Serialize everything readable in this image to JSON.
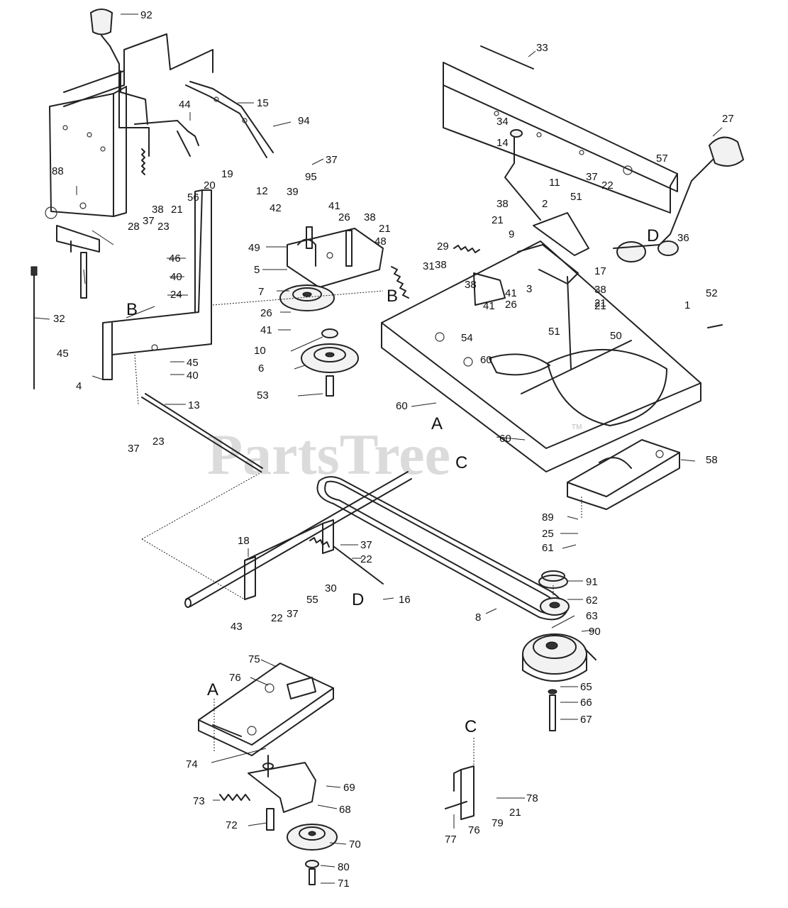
{
  "watermark": {
    "text": "PartsTree",
    "trademark": "TM"
  },
  "reference_letters": [
    "B",
    "B",
    "D",
    "A",
    "C",
    "D",
    "A",
    "C"
  ],
  "callouts": [
    "92",
    "33",
    "27",
    "15",
    "44",
    "94",
    "37",
    "34",
    "14",
    "57",
    "88",
    "12",
    "39",
    "95",
    "19",
    "20",
    "56",
    "21",
    "38",
    "42",
    "28",
    "37",
    "23",
    "11",
    "37",
    "22",
    "2",
    "51",
    "38",
    "21",
    "36",
    "9",
    "17",
    "38",
    "21",
    "26",
    "21",
    "48",
    "41",
    "38",
    "49",
    "5",
    "29",
    "38",
    "46",
    "40",
    "24",
    "31",
    "7",
    "41",
    "26",
    "41",
    "3",
    "38",
    "21",
    "26",
    "41",
    "10",
    "54",
    "52",
    "1",
    "32",
    "50",
    "51",
    "60",
    "45",
    "6",
    "45",
    "40",
    "53",
    "4",
    "60",
    "13",
    "37",
    "23",
    "60",
    "58",
    "89",
    "25",
    "61",
    "18",
    "37",
    "30",
    "22",
    "22",
    "37",
    "55",
    "91",
    "16",
    "62",
    "43",
    "8",
    "63",
    "90",
    "75",
    "76",
    "65",
    "66",
    "67",
    "74",
    "69",
    "73",
    "68",
    "78",
    "72",
    "21",
    "79",
    "70",
    "77",
    "76",
    "80",
    "71"
  ]
}
